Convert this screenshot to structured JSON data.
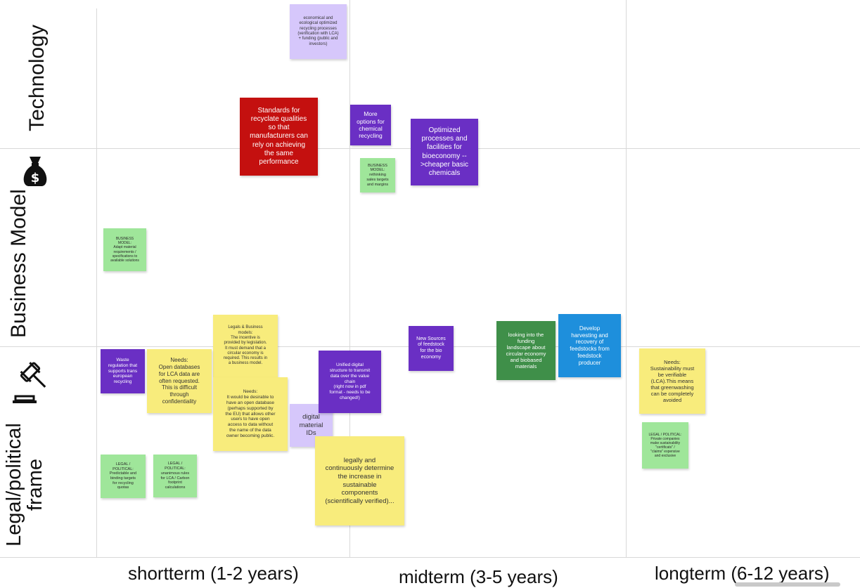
{
  "rows": {
    "technology": "Technology",
    "business_model": "Business Model",
    "legal": "Legal/political\nframe"
  },
  "columns": {
    "short": "shortterm (1-2 years)",
    "mid": "midterm (3-5 years)",
    "long": "longterm (6-12 years)"
  },
  "notes": {
    "lca_funding": "economical and\necological optimized\nrecycling processes\n(verification with LCA)\n+ funding (public and\ninvestors)",
    "standards": "Standards for\nrecyclate qualities\nso that\nmanufacturers can\nrely on achieving\nthe same\nperformance",
    "chemical": "More\noptions for\nchemical\nrecycling",
    "optimized": "Optimized\nprocesses and\nfacilities for\nbioeconomy --\n>cheaper basic\nchemicals",
    "bm_sales": "BUSINESS\nMODEL:\nrethinking\nsales targets\nand margins",
    "bm_adapt": "BUSINESS\nMODEL:\nAdapt material\nrequirements /\nspecifications to\navailable solutions",
    "legals_bm": "Legals & Business\nmodels:\nThe incentive is\nprovided by legislation.\nIt must demand that a\ncircular economy is\nrequired. This results in\na business model.",
    "new_sources": "New Sources\nof feedstock\nfor the bio\neconomy",
    "funding_landscape": "looking into the\nfunding\nlandscape about\ncircular economy\nand biobased\nmaterials",
    "harvesting": "Develop\nharvesting and\nrecovery of\nfeedstocks from\nfeedstock\nproducer",
    "waste_regulation": "Waste\nregulation that\nsupports trans\neuropean\nrecycling",
    "open_db": "Needs:\nOpen databases\nfor LCA data are\noften requested.\nThis is difficult\nthrough\nconfidentiality",
    "open_db_eu": "Needs:\nIt would be desirable to\nhave an open database\n(perhaps supported by\nthe EU) that allows other\nusers to have open\naccess to data without\nthe name of the data\nowner becoming public.",
    "digital_structure": "Unified digital\nstructure to transmit\ndata over the value\nchain\n(right now in pdf\nformat - needs to be\nchanged!)",
    "digital_ids": "digital\nmaterial\nIDs",
    "legally_continuously": "legally and\ncontinuously determine\nthe increase in\nsustainable\ncomponents\n(scientifically verified)...",
    "sustainability": "Needs:\nSustainability must\nbe verifiable\n(LCA).This means\nthat greenwashing\ncan be completely\navoided",
    "lp_private": "LEGAL / POLITICAL:\nPrivate companies\nmake sustainability\n\"certificats\" /\n\"claims\" expensive\nand exclusive",
    "lp_predictable": "LEGAL /\nPOLITICAL:\nPredictable and\nbinding targets\nfor recycling\nquotas",
    "lp_unanimous": "LEGAL /\nPOLITICAL:\nunanimous rules\nfor LCA / Carbon\nfootprint\ncalculations"
  },
  "colors": {
    "yellow": "#f8ec7c",
    "purple": "#6a2fc4",
    "lavender": "#d6c7fb",
    "red": "#c4100f",
    "green": "#9fe69a",
    "dark_green": "#3f8f49",
    "blue": "#1e8fdc",
    "grid": "#d8d8d8"
  },
  "icons": [
    "money-bag-icon",
    "gavel-icon"
  ]
}
